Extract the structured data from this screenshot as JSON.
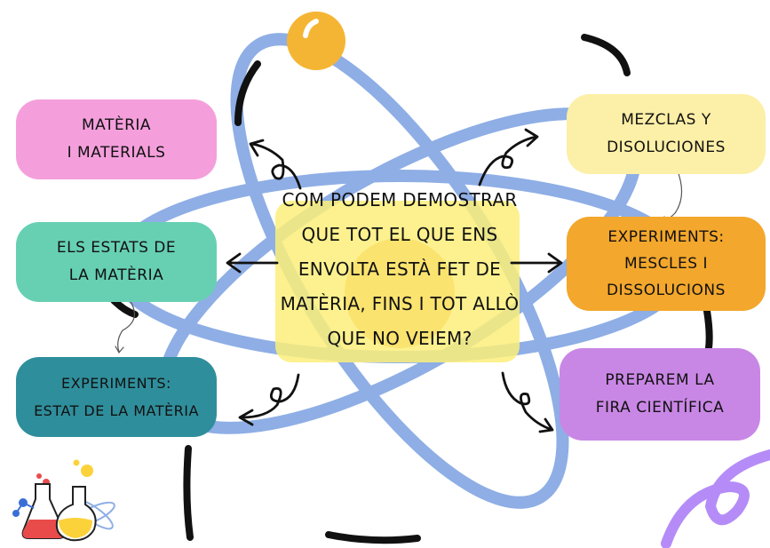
{
  "central_question": "COM PODEM DEMOSTRAR\nQUE TOT EL QUE ENS\nENVOLTA ESTÀ FET DE\nMATÈRIA, FINS I TOT ALLÒ\nQUE NO VEIEM?",
  "nodes": {
    "materia": {
      "label": "MATÈRIA\nI MATERIALS",
      "color": "#f49fdc"
    },
    "estats": {
      "label": "ELS ESTATS DE\nLA MATÈRIA",
      "color": "#67d0b3"
    },
    "exp_estat": {
      "label": "EXPERIMENTS:\nESTAT DE LA MATÈRIA",
      "color": "#2f8e9b"
    },
    "mezclas": {
      "label": "MEZCLAS Y\nDISOLUCIONES",
      "color": "#fcefa7"
    },
    "exp_mescles": {
      "label": "EXPERIMENTS:\nMESCLES I\nDISSOLUCIONS",
      "color": "#f3a72c"
    },
    "fira": {
      "label": "PREPAREM LA\nFIRA CIENTÍFICA",
      "color": "#c987e5"
    }
  },
  "colors": {
    "orbit": "#8eaee5",
    "nucleus": "#f5a33a",
    "highlight": "#fbee7a",
    "electron": "#f5b534",
    "squiggle": "#b58cf7",
    "ink": "#111111"
  },
  "icons": [
    "atom-orbits",
    "flask-science-icon",
    "arrow-icon",
    "squiggle-decoration"
  ]
}
